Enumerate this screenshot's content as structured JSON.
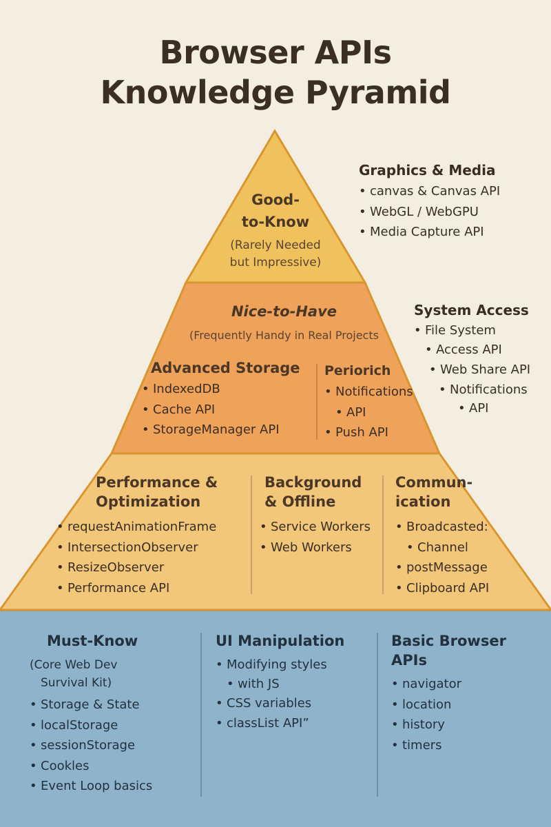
{
  "title": {
    "line1": "Browser APIs",
    "line2": "Knowledge Pyramid"
  },
  "tiers": {
    "good_to_know": {
      "heading_line1": "Good-",
      "heading_line2": "to-Know",
      "subtitle_line1": "(Rarely Needed",
      "subtitle_line2": "but Impressive)"
    },
    "nice_to_have": {
      "heading": "Nice-to-Have",
      "subtitle": "(Frequently Handy in Real Projects"
    },
    "must_know": {
      "heading": "Must-Know",
      "subtitle_line1": "(Core Web Dev",
      "subtitle_line2": "Survival Kit)"
    }
  },
  "graphics_media": {
    "heading": "Graphics & Media",
    "items": [
      "canvas & Canvas API",
      "WebGL / WebGPU",
      "Media Capture API"
    ]
  },
  "system_access": {
    "heading": "System Access",
    "item1_line1": "File System",
    "item1_line2": "Access API",
    "item2": "Web Share API",
    "item3_line1": "Notifications",
    "item3_line2": "API"
  },
  "advanced_storage": {
    "heading": "Advanced Storage",
    "items": [
      "IndexedDB",
      "Cache API",
      "StorageManager API"
    ]
  },
  "periorich": {
    "heading": "Periorich",
    "item1_line1": "Notifications",
    "item1_line2": "API",
    "item2": "Push API"
  },
  "performance": {
    "heading_line1": "Performance &",
    "heading_line2": "Optimization",
    "items": [
      "requestAnimationFrame",
      "IntersectionObserver",
      "ResizeObserver",
      "Performance API"
    ]
  },
  "background": {
    "heading_line1": "Background",
    "heading_line2": "& Offline",
    "items": [
      "Service Workers",
      "Web Workers"
    ]
  },
  "communication": {
    "heading_line1": "Commun-",
    "heading_line2": "ication",
    "item1_line1": "Broadcasted:",
    "item1_line2": "Channel",
    "item2": "postMessage",
    "item3": "Clipboard API"
  },
  "must_know_items": [
    "Storage & State",
    "localStorage",
    "sessionStorage",
    "Cookles",
    "Event Loop basics"
  ],
  "ui_manipulation": {
    "heading": "UI Manipulation",
    "item1_line1": "Modifying styles",
    "item1_line2": "with JS",
    "item2": "CSS variables",
    "item3": "classList API”"
  },
  "basic_browser": {
    "heading_line1": "Basic Browser",
    "heading_line2": "APIs",
    "items": [
      "navigator",
      "location",
      "history",
      "timers"
    ]
  },
  "colors": {
    "background": "#f4eee2",
    "tier_top": "#f0c25e",
    "tier_second": "#eea25a",
    "tier_third": "#f3c77a",
    "base": "#8fb3cb",
    "outline": "#d9962e"
  }
}
